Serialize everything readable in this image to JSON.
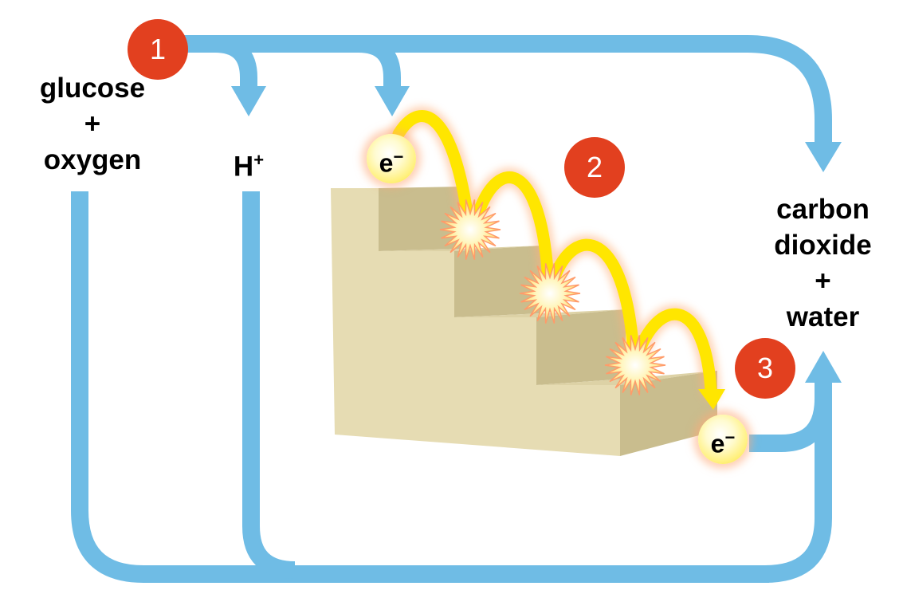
{
  "inputs": {
    "line1": "glucose",
    "line2": "+",
    "line3": "oxygen"
  },
  "proton": {
    "base": "H",
    "charge": "+"
  },
  "outputs": {
    "line1": "carbon",
    "line2": "dioxide",
    "line3": "+",
    "line4": "water"
  },
  "electron": {
    "base": "e",
    "charge": "−"
  },
  "steps": [
    "1",
    "2",
    "3"
  ],
  "colors": {
    "pathway": "#6fbce5",
    "badge": "#e2401f",
    "stairs_light": "#e6dcb3",
    "stairs_dark": "#c9bd8e",
    "electron_arc": "#ffe600"
  }
}
